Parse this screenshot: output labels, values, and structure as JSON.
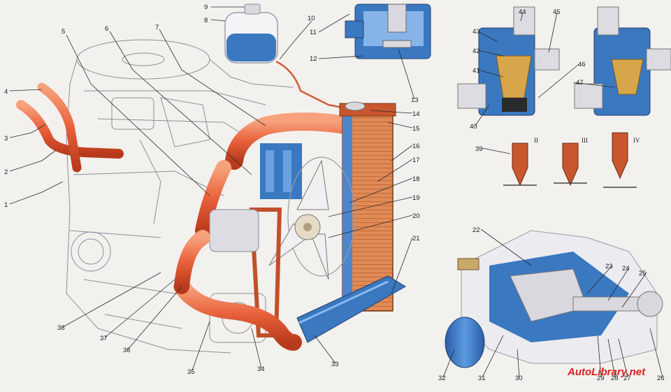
{
  "callouts": [
    "1",
    "2",
    "3",
    "4",
    "5",
    "6",
    "7",
    "8",
    "9",
    "10",
    "11",
    "12",
    "13",
    "14",
    "15",
    "16",
    "17",
    "18",
    "19",
    "20",
    "21",
    "22",
    "23",
    "24",
    "25",
    "26",
    "27",
    "28",
    "29",
    "30",
    "31",
    "32",
    "33",
    "34",
    "35",
    "36",
    "37",
    "38",
    "39",
    "40",
    "41",
    "42",
    "43",
    "44",
    "45",
    "46",
    "47"
  ],
  "thermostat_states": [
    "II",
    "III",
    "IV"
  ],
  "watermark": "AutoLibrary.net",
  "colors": {
    "hose_hot": "#e8603a",
    "coolant": "#3a78c0",
    "radiator_core": "#d9784a",
    "background": "#f3f1ee",
    "watermark": "#d62020"
  }
}
